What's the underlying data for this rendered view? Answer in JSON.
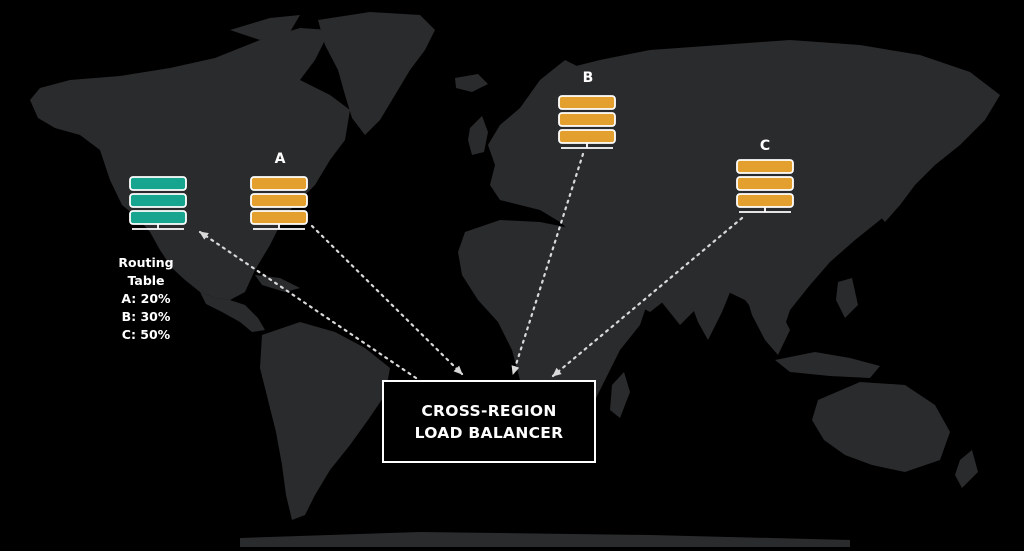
{
  "colors": {
    "background": "#000000",
    "land": "#2a2b2d",
    "server_active": "#e3a02f",
    "server_routing": "#17a590",
    "line": "#d9d9d9"
  },
  "servers": {
    "routing": {
      "icon": "server-rack-icon"
    },
    "a": {
      "label": "A",
      "icon": "server-rack-icon"
    },
    "b": {
      "label": "B",
      "icon": "server-rack-icon"
    },
    "c": {
      "label": "C",
      "icon": "server-rack-icon"
    }
  },
  "routing_table": {
    "title": "Routing Table",
    "entries": [
      "A: 20%",
      "B: 30%",
      "C: 50%"
    ]
  },
  "load_balancer": {
    "line1": "CROSS-REGION",
    "line2": "LOAD BALANCER"
  }
}
